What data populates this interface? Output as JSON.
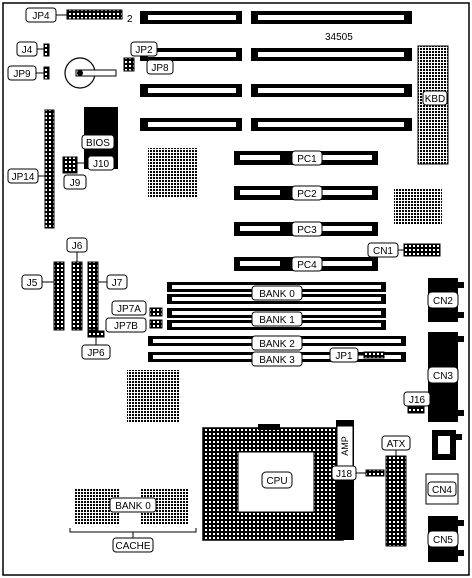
{
  "labels": {
    "jp4": "JP4",
    "pin2": "2",
    "board_id": "34505",
    "j4": "J4",
    "jp2": "JP2",
    "jp9": "JP9",
    "jp8": "JP8",
    "kbd": "KBD",
    "bios": "BIOS",
    "j10": "J10",
    "jp14": "JP14",
    "j9": "J9",
    "pc1": "PC1",
    "pc2": "PC2",
    "pc3": "PC3",
    "pc4": "PC4",
    "cn1": "CN1",
    "j6": "J6",
    "j5": "J5",
    "j7": "J7",
    "bank0_simm": "BANK 0",
    "cn2": "CN2",
    "jp7a": "JP7A",
    "bank1": "BANK 1",
    "jp7b": "JP7B",
    "bank2": "BANK 2",
    "bank3": "BANK 3",
    "cn3": "CN3",
    "jp6": "JP6",
    "jp1": "JP1",
    "j16": "J16",
    "atx": "ATX",
    "cpu": "CPU",
    "j18": "J18",
    "amp": "AMP",
    "cn4": "CN4",
    "bank0_cache": "BANK 0",
    "cache": "CACHE",
    "cn5": "CN5"
  }
}
